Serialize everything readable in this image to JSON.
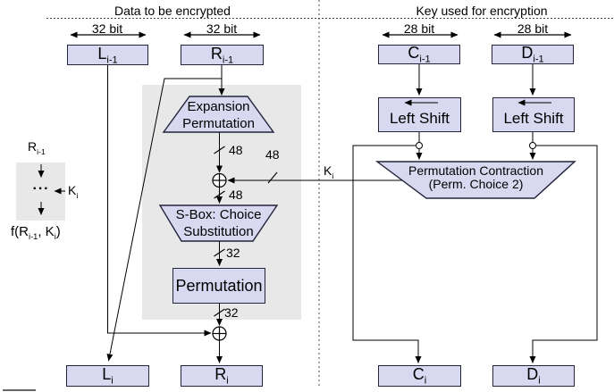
{
  "titles": {
    "left": "Data to be encrypted",
    "right": "Key used for encryption"
  },
  "bit_widths": {
    "l_prev": "32 bit",
    "r_prev": "32 bit",
    "c_prev": "28 bit",
    "d_prev": "28 bit"
  },
  "registers": {
    "l_prev": {
      "base": "L",
      "sub": "i-1"
    },
    "r_prev": {
      "base": "R",
      "sub": "i-1"
    },
    "c_prev": {
      "base": "C",
      "sub": "i-1"
    },
    "d_prev": {
      "base": "D",
      "sub": "i-1"
    },
    "l_next": {
      "base": "L",
      "sub": "i"
    },
    "r_next": {
      "base": "R",
      "sub": "i"
    },
    "c_next": {
      "base": "C",
      "sub": "i"
    },
    "d_next": {
      "base": "D",
      "sub": "i"
    }
  },
  "blocks": {
    "expansion": {
      "line1": "Expansion",
      "line2": "Permutation"
    },
    "sbox": {
      "line1": "S-Box: Choice",
      "line2": "Substitution"
    },
    "permutation": {
      "label": "Permutation"
    },
    "left_shift_c": {
      "label": "Left Shift"
    },
    "left_shift_d": {
      "label": "Left Shift"
    },
    "perm_contraction": {
      "line1": "Permutation Contraction",
      "line2": "(Perm. Choice 2)"
    }
  },
  "wire_labels": {
    "expansion_out": "48",
    "key_in": "48",
    "xor_out": "48",
    "sbox_out": "32",
    "perm_out": "32",
    "key": {
      "base": "K",
      "sub": "i"
    }
  },
  "legend": {
    "input": {
      "base": "R",
      "sub": "i-1"
    },
    "dots": "···",
    "key": {
      "base": "K",
      "sub": "i"
    },
    "output": {
      "pre": "f(R",
      "sub1": "i-1",
      "mid": ", K",
      "sub2": "i",
      "post": ")"
    }
  },
  "colors": {
    "box_fill": "#d8d8f0",
    "box_border": "#23233c",
    "gray_background": "#e8e8e8",
    "line": "#000000"
  }
}
